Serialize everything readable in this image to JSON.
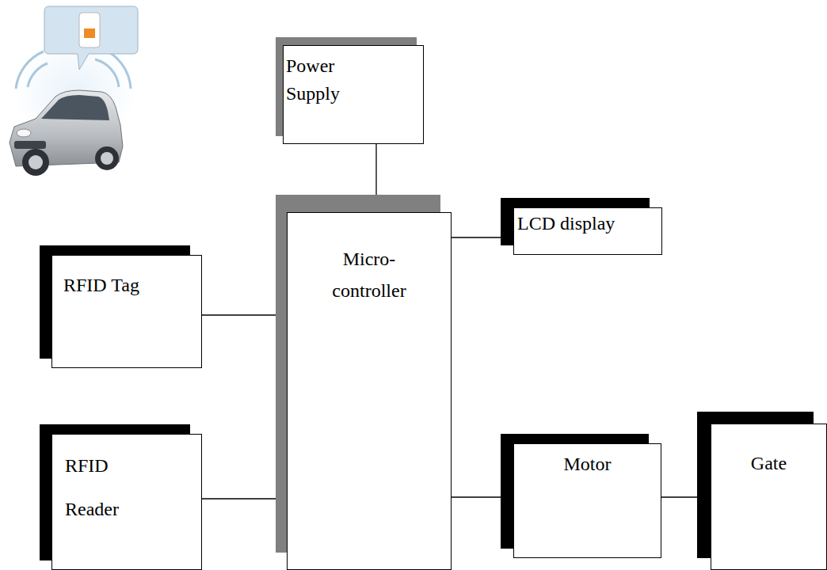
{
  "diagram": {
    "nodes": [
      {
        "text": [
          "Power Supply"
        ]
      },
      {
        "text": [
          "Micro- controller"
        ]
      },
      {
        "text": [
          "LCD display"
        ]
      },
      {
        "text": [
          "RFID Tag"
        ]
      },
      {
        "text": [
          "RFID Reader"
        ]
      },
      {
        "text": [
          "Motor"
        ]
      },
      {
        "text": [
          "Gate"
        ]
      }
    ],
    "edges": [
      {
        "from": 0,
        "to": 1,
        "arrow": "to"
      },
      {
        "from": 3,
        "to": 1,
        "arrow": "to"
      },
      {
        "from": 4,
        "to": 1,
        "arrow": "to"
      },
      {
        "from": 1,
        "to": 2,
        "arrow": "to"
      },
      {
        "from": 1,
        "to": 5,
        "arrow": "to"
      },
      {
        "from": 5,
        "to": 6,
        "arrow": "to"
      }
    ]
  }
}
